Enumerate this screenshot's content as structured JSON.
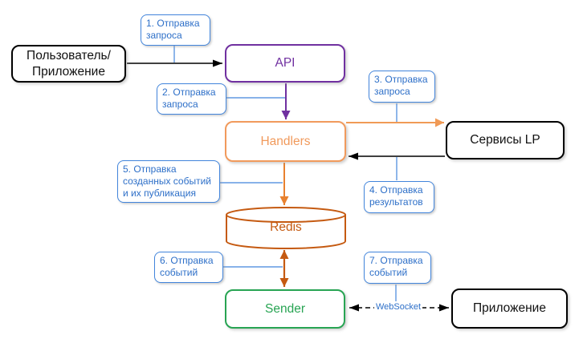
{
  "nodes": {
    "user": {
      "label": "Пользователь/\nПриложение"
    },
    "api": {
      "label": "API"
    },
    "handlers": {
      "label": "Handlers"
    },
    "redis": {
      "label": "Redis"
    },
    "sender": {
      "label": "Sender"
    },
    "lp_services": {
      "label": "Сервисы LP"
    },
    "client_app": {
      "label": "Приложение"
    }
  },
  "callouts": [
    {
      "label": "1. Отправка\nзапроса"
    },
    {
      "label": "2. Отправка\nзапроса"
    },
    {
      "label": "3. Отправка\nзапроса"
    },
    {
      "label": "4. Отправка\nрезультатов"
    },
    {
      "label": "5. Отправка\nсозданных событий\nи их публикация"
    },
    {
      "label": "6. Отправка\nсобытий"
    },
    {
      "label": "7. Отправка\nсобытий"
    }
  ],
  "edge_labels": {
    "websocket": "WebSocket"
  },
  "colors": {
    "api_purple": "#7030A0",
    "handlers_orange": "#F19A5C",
    "redis_brown": "#C55A11",
    "sender_green": "#28A453",
    "callout_blue_border": "#4285DC",
    "callout_blue_text": "#2D6FC8",
    "arrow_black": "#000000"
  }
}
